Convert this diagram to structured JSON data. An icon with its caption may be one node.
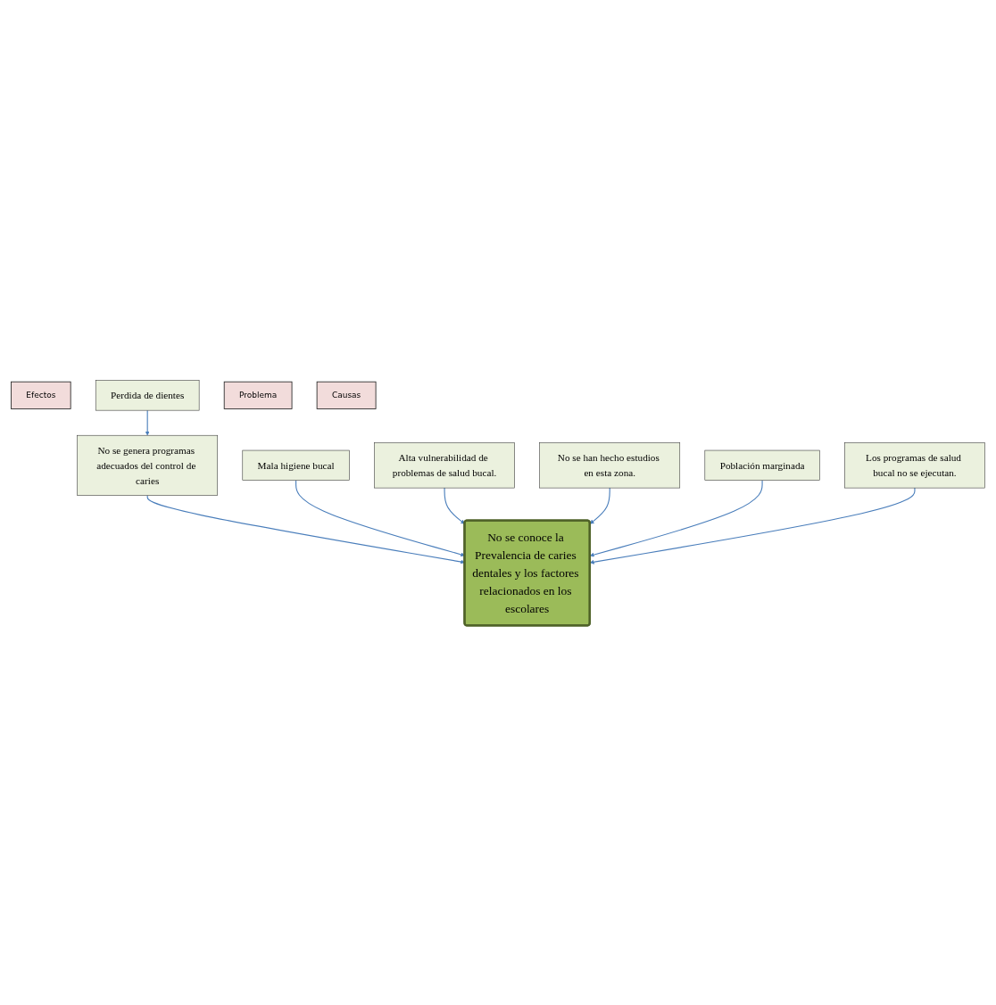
{
  "diagram": {
    "nodes": [
      {
        "text": [
          "Efectos"
        ]
      },
      {
        "text": [
          "Perdida de dientes"
        ]
      },
      {
        "text": [
          "Mala higiene bucal"
        ]
      },
      {
        "text": [
          "Alta vulnerabilidad de problemas de salud bucal."
        ]
      },
      {
        "text": [
          "No se genera programas adecuados del control de caries"
        ]
      },
      {
        "text": [
          "Problema"
        ]
      },
      {
        "text": [
          "No se conoce la Prevalencia de caries dentales y los factores relacionados en los escolares"
        ]
      },
      {
        "text": [
          "Causas"
        ]
      },
      {
        "text": [
          "No se han hecho estudios en esta zona."
        ]
      },
      {
        "text": [
          "Población marginada"
        ]
      },
      {
        "text": [
          "Los programas de salud bucal no se ejecutan."
        ]
      }
    ],
    "edges": [
      {
        "from": 1,
        "to": 4,
        "arrow": "to"
      },
      {
        "from": 4,
        "to": 6,
        "arrow": "to"
      },
      {
        "from": 2,
        "to": 6,
        "arrow": "to"
      },
      {
        "from": 3,
        "to": 6,
        "arrow": "to"
      },
      {
        "from": 8,
        "to": 6,
        "arrow": "to"
      },
      {
        "from": 9,
        "to": 6,
        "arrow": "to"
      },
      {
        "from": 10,
        "to": 6,
        "arrow": "to"
      }
    ]
  }
}
